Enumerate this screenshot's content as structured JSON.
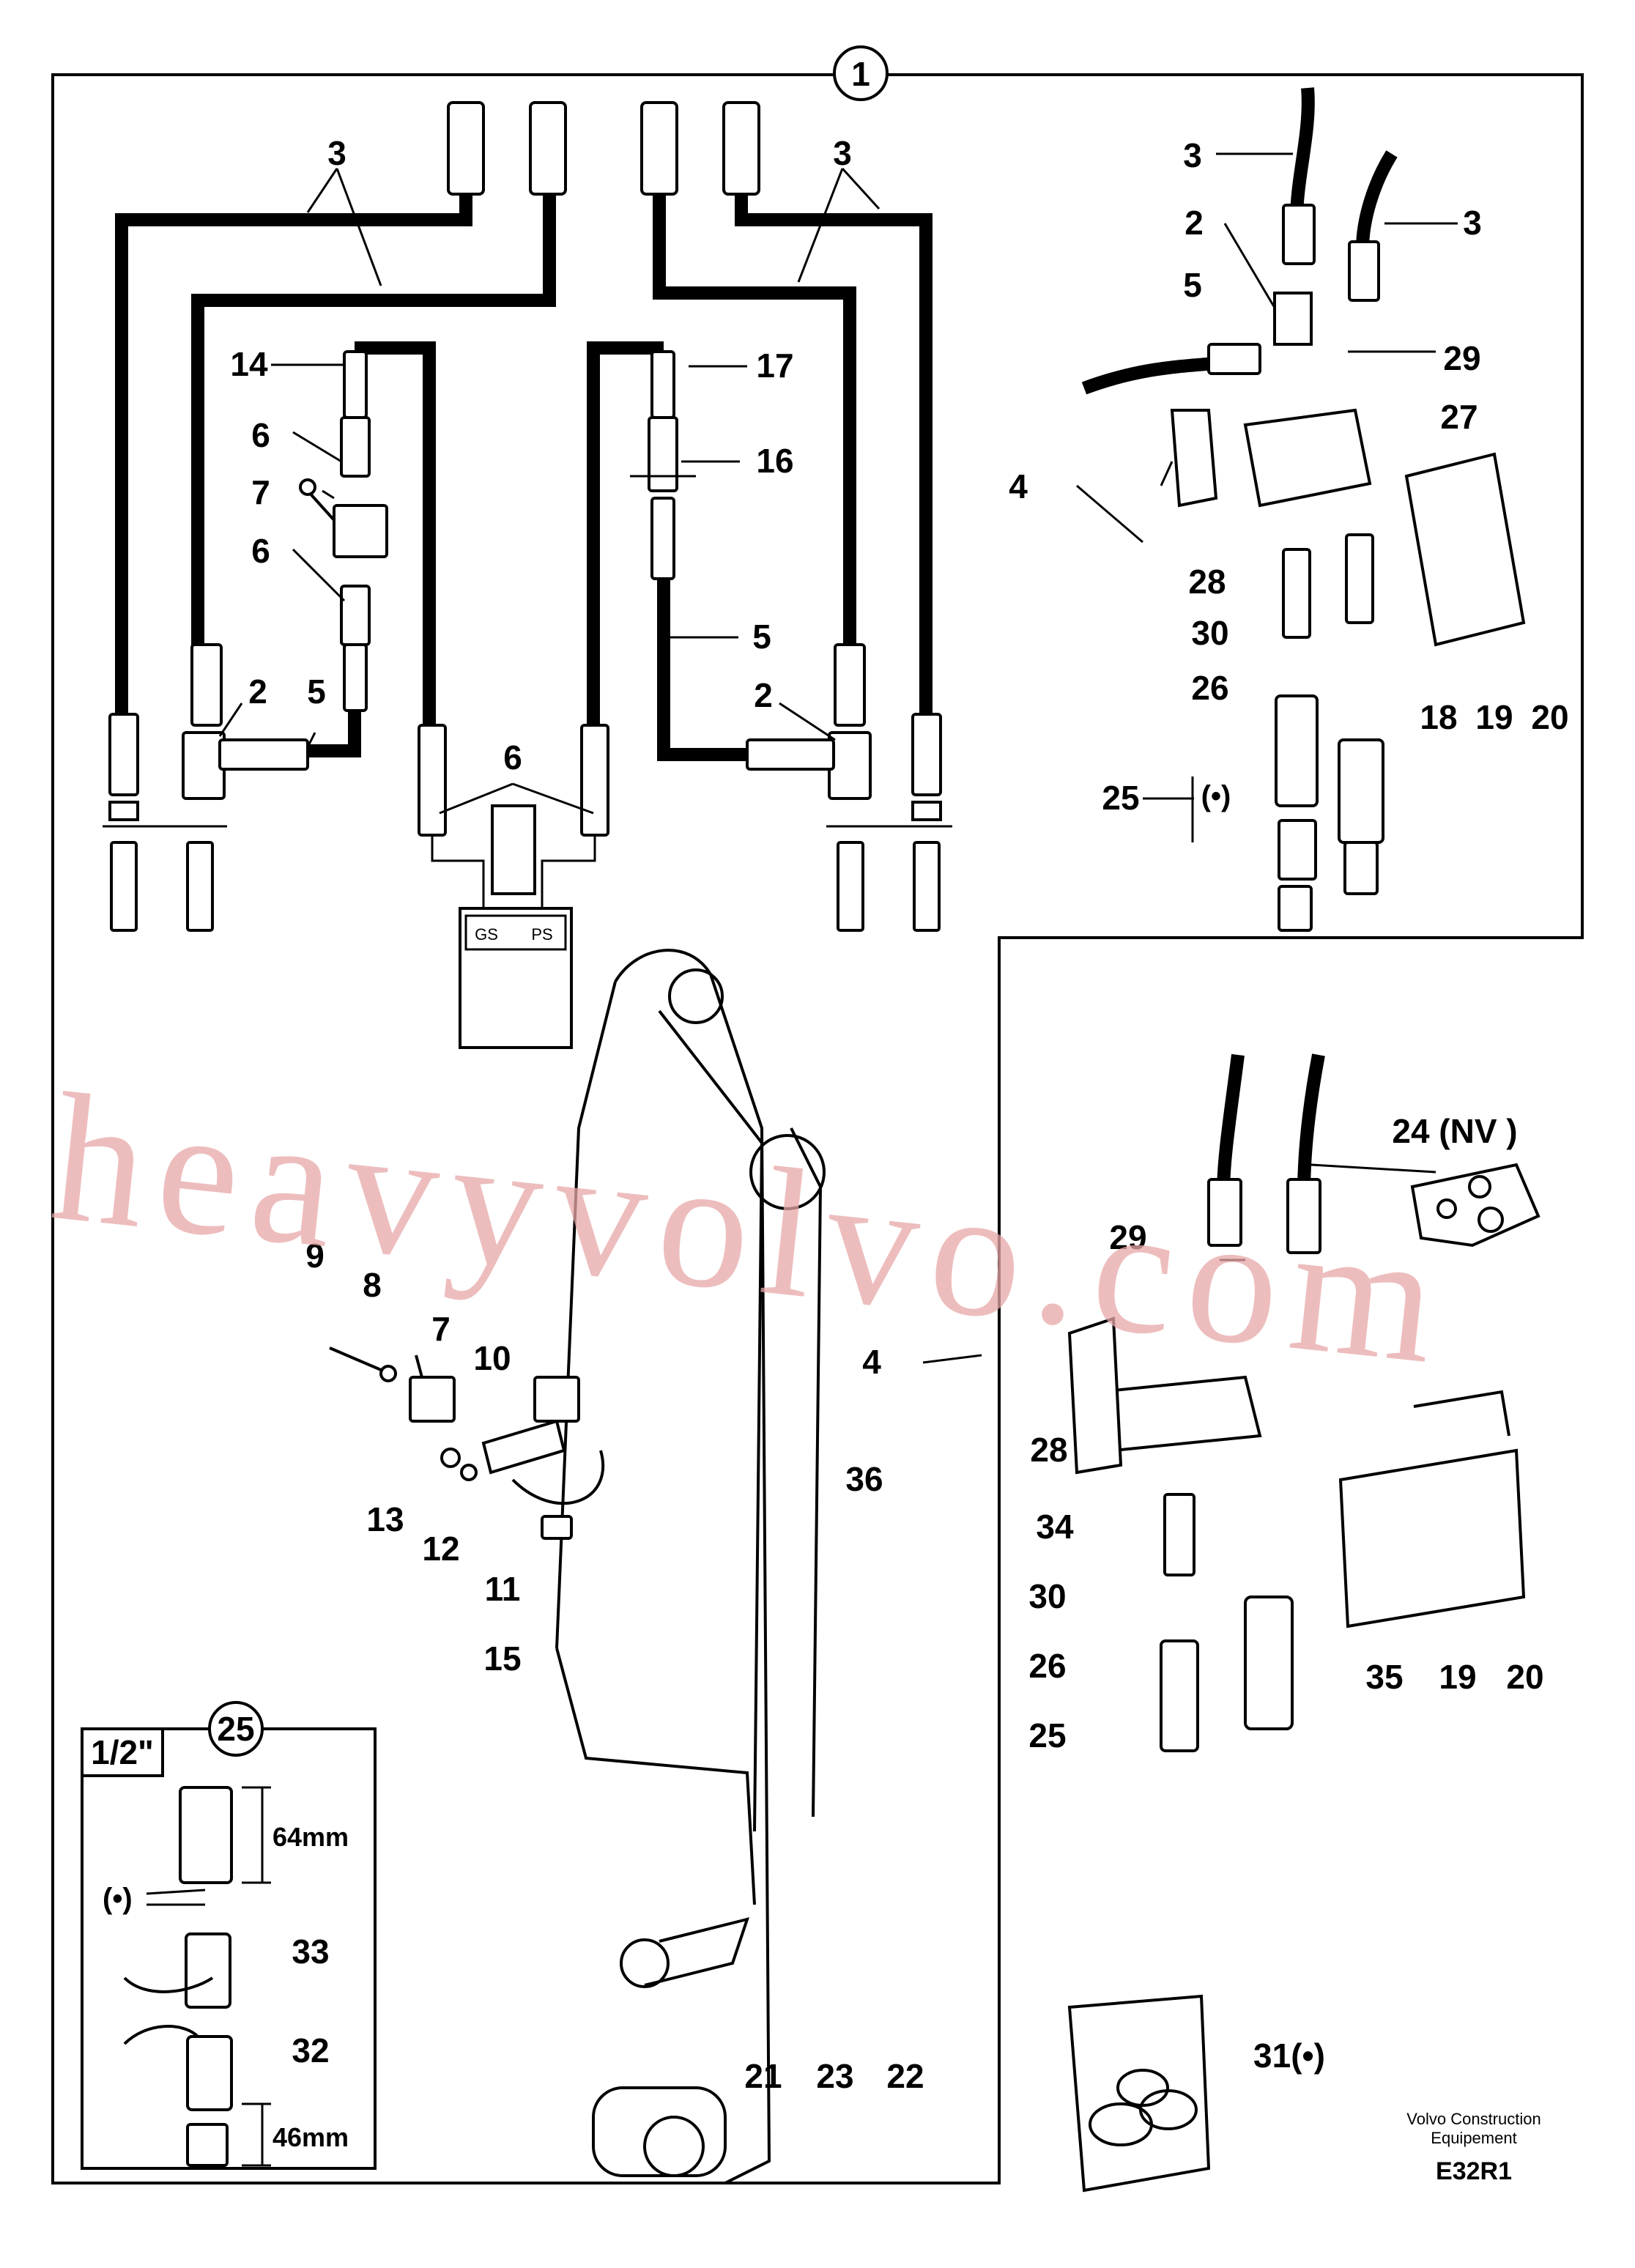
{
  "diagram": {
    "main_ref": "1",
    "callouts": {
      "c3a": "3",
      "c3b": "3",
      "c3c": "3",
      "c3d": "3",
      "c14": "14",
      "c17": "17",
      "c16": "16",
      "c6a": "6",
      "c6b": "6",
      "c6c": "6",
      "c7a": "7",
      "c7b": "7",
      "c2a": "2",
      "c2b": "2",
      "c2c": "2",
      "c5a": "5",
      "c5b": "5",
      "c5c": "5",
      "c4a": "4",
      "c4b": "4",
      "c29a": "29",
      "c29b": "29",
      "c27": "27",
      "c28a": "28",
      "c28b": "28",
      "c30a": "30",
      "c30b": "30",
      "c26a": "26",
      "c26b": "26",
      "c25a": "25",
      "c25b": "25",
      "c25ref": "25",
      "c18": "18",
      "c19a": "19",
      "c19b": "19",
      "c20a": "20",
      "c20b": "20",
      "c24": "24 (NV )",
      "c9": "9",
      "c8": "8",
      "c10": "10",
      "c13": "13",
      "c12": "12",
      "c11": "11",
      "c15": "15",
      "c36": "36",
      "c34": "34",
      "c35": "35",
      "c21": "21",
      "c23": "23",
      "c22": "22",
      "c33": "33",
      "c32": "32",
      "c31": "31(•)",
      "dot_a": "(•)",
      "dot_b": "(•)"
    },
    "valve_labels": {
      "gs": "GS",
      "ps": "PS"
    },
    "inset": {
      "size": "1/2\"",
      "dim_top": "64mm",
      "dim_bottom": "46mm"
    },
    "credit": {
      "line1": "Volvo Construction",
      "line2": "Equipement",
      "code": "E32R1"
    },
    "watermark": "heavyvolvo.com"
  }
}
